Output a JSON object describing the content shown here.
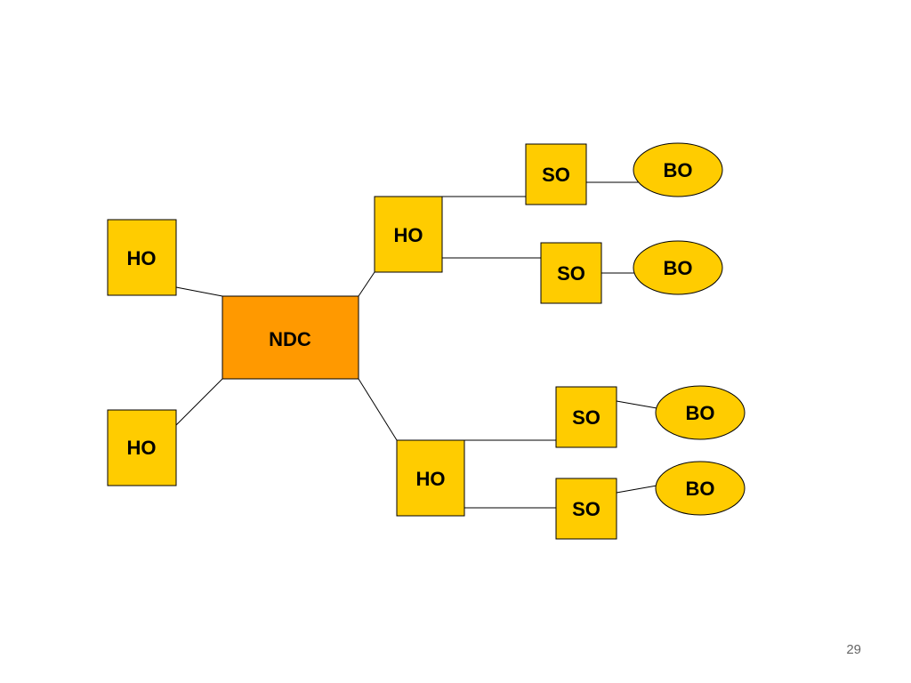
{
  "colors": {
    "node_fill": "#ffcc00",
    "hub_fill": "#ff9900",
    "stroke": "#000000",
    "page_number": "#666666"
  },
  "hub": {
    "label": "NDC"
  },
  "left_ho": [
    {
      "label": "HO"
    },
    {
      "label": "HO"
    }
  ],
  "right_ho": [
    {
      "label": "HO"
    },
    {
      "label": "HO"
    }
  ],
  "so": [
    {
      "label": "SO"
    },
    {
      "label": "SO"
    },
    {
      "label": "SO"
    },
    {
      "label": "SO"
    }
  ],
  "bo": [
    {
      "label": "BO"
    },
    {
      "label": "BO"
    },
    {
      "label": "BO"
    },
    {
      "label": "BO"
    }
  ],
  "page_number": "29"
}
